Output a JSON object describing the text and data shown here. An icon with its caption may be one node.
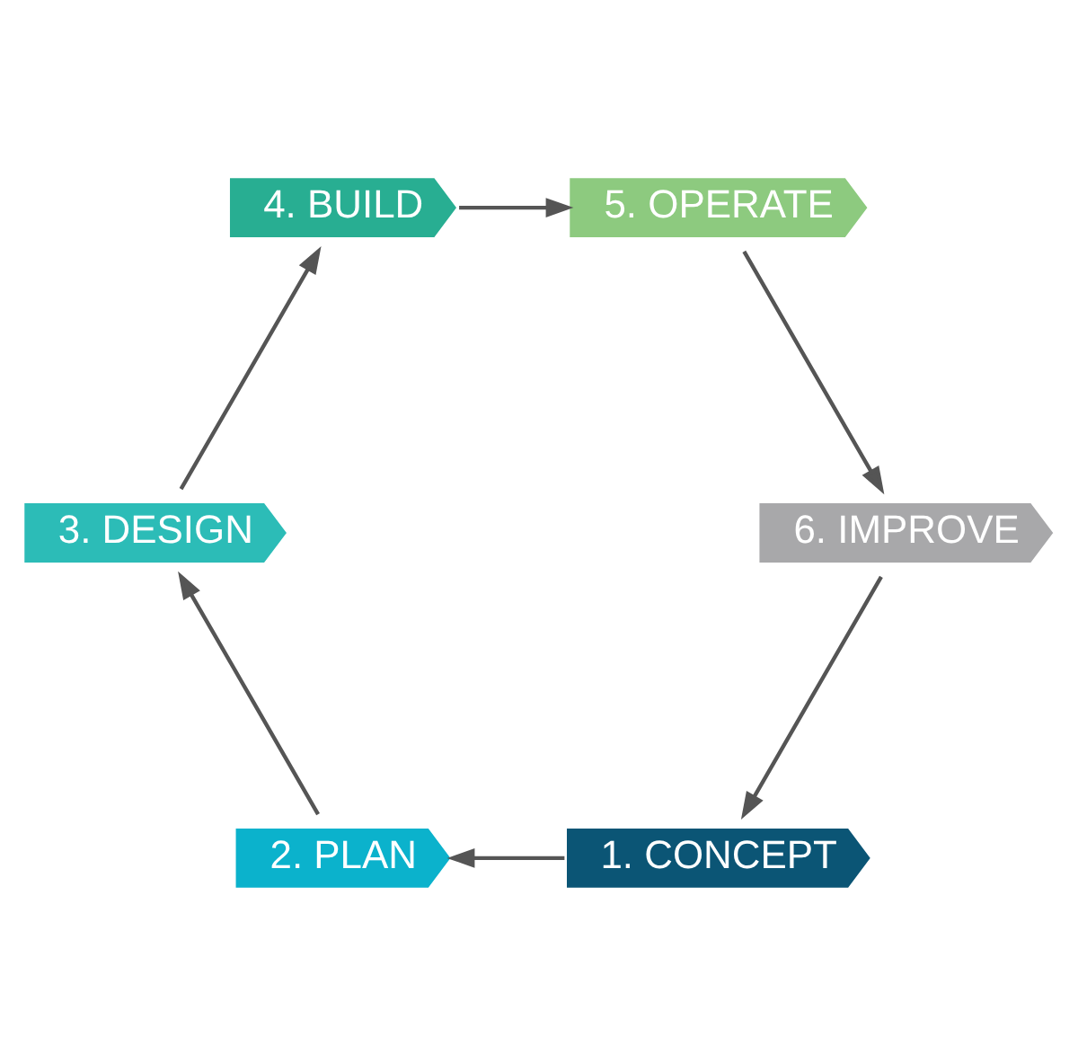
{
  "diagram": {
    "nodes": [
      {
        "text": [
          "1. CONCEPT"
        ]
      },
      {
        "text": [
          "2. PLAN"
        ]
      },
      {
        "text": [
          "3. DESIGN"
        ]
      },
      {
        "text": [
          "4. BUILD"
        ]
      },
      {
        "text": [
          "5. OPERATE"
        ]
      },
      {
        "text": [
          "6. IMPROVE"
        ]
      }
    ],
    "edges": [
      {
        "from": 0,
        "to": 1,
        "arrow": "to"
      },
      {
        "from": 1,
        "to": 2,
        "arrow": "to"
      },
      {
        "from": 2,
        "to": 3,
        "arrow": "to"
      },
      {
        "from": 3,
        "to": 4,
        "arrow": "to"
      },
      {
        "from": 4,
        "to": 5,
        "arrow": "to"
      },
      {
        "from": 5,
        "to": 0,
        "arrow": "to"
      }
    ]
  }
}
